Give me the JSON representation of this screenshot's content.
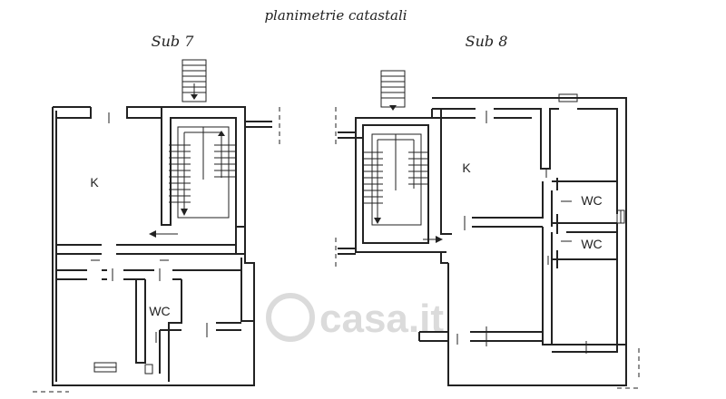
{
  "title": "planimetrie catastali",
  "plans": [
    {
      "label": "Sub 7",
      "rooms": [
        "K",
        "WC"
      ]
    },
    {
      "label": "Sub 8",
      "rooms": [
        "K",
        "WC",
        "WC"
      ]
    }
  ],
  "watermark": "casa.it"
}
